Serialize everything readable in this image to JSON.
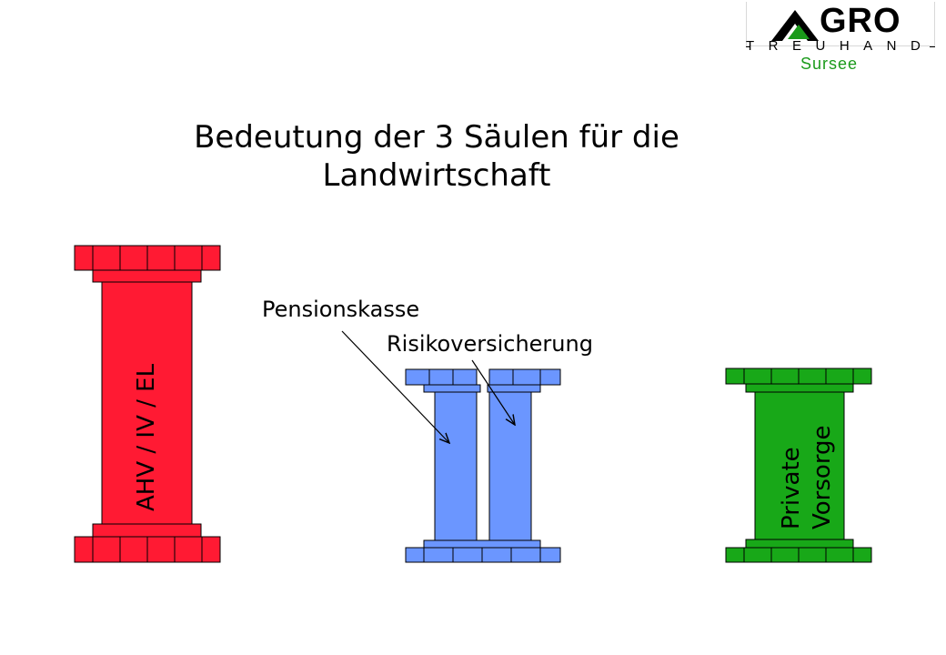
{
  "logo": {
    "word": "GRO",
    "line2": "TREUHAND",
    "line3": "Sursee"
  },
  "title": "Bedeutung der 3 Säulen für die Landwirtschaft",
  "pillars": {
    "first": {
      "label": "AHV / IV / EL",
      "color": "#ff1a33"
    },
    "second": {
      "color": "#6b96ff"
    },
    "third": {
      "label_line1": "Private",
      "label_line2": "Vorsorge",
      "color": "#18a818"
    }
  },
  "annotations": {
    "pensionskasse": "Pensionskasse",
    "risikoversicherung": "Risikoversicherung"
  }
}
